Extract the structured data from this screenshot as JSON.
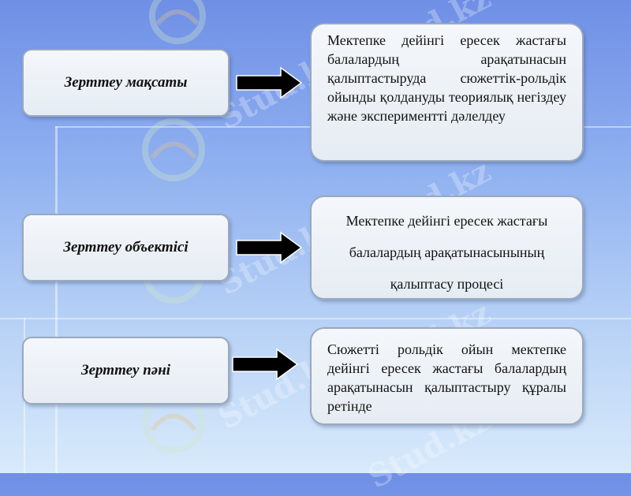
{
  "diagram": {
    "rows": [
      {
        "label": "Зерттеу мақсаты",
        "description": "Мектепке дейінгі ересек жастағы балалардың арақатынасын қалыптастыруда сюжеттік-рольдік ойынды қолдануды теориялық негіздеу және эксперименттi дәлелдеу"
      },
      {
        "label": "Зерттеу объектісі",
        "description_lines": [
          "Мектепке дейінгі ересек жастағы",
          "балалардың арақатынасынының",
          "қалыптасу процесі"
        ]
      },
      {
        "label": "Зерттеу пәні",
        "description": "Сюжетті рольдік ойын мектепке дейінгі ересек жастағы балалардың арақатынасын қалыптастыру құралы ретінде"
      }
    ]
  },
  "colors": {
    "background_top": "#6f8fe6",
    "background_bottom": "#d8eafb",
    "box_fill": "#eef2f7",
    "box_border": "#9aa9bd",
    "arrow_fill": "#000000"
  },
  "watermark": {
    "text": "Stud.kz"
  }
}
